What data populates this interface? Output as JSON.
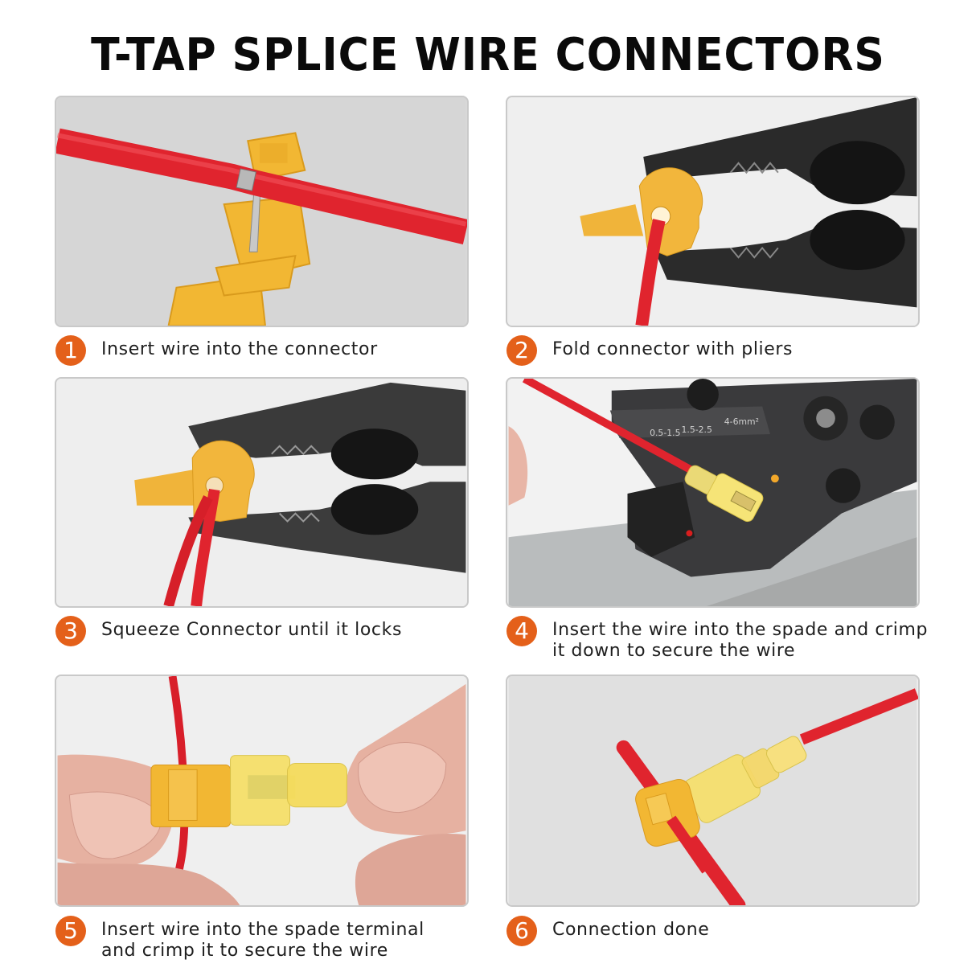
{
  "title": "T-TAP SPLICE WIRE CONNECTORS",
  "colors": {
    "badge": "#e4601a",
    "wire_red": "#e0242e",
    "connector_yellow": "#f2b733",
    "panel_border": "#c9c9c9",
    "text": "#1e1e1e"
  },
  "steps": [
    {
      "number": "1",
      "text": "Insert wire into the connector",
      "image": "red wire seated in open yellow T-tap connector with metal blade"
    },
    {
      "number": "2",
      "text": "Fold connector with pliers",
      "image": "black pliers folding yellow T-tap connector over red wire"
    },
    {
      "number": "3",
      "text": "Squeeze Connector until it locks",
      "image": "pliers squeezing yellow T-tap connector with two red wires"
    },
    {
      "number": "4",
      "text": "Insert the wire into the spade and crimp\nit down to secure the wire",
      "image": "ratcheting crimper crimping yellow spade terminal on red wire"
    },
    {
      "number": "5",
      "text": "Insert wire into the spade terminal\nand crimp it to secure the wire",
      "image": "fingers pushing spade terminal into T-tap connector"
    },
    {
      "number": "6",
      "text": "Connection done",
      "image": "finished T-tap connection with red wires"
    }
  ],
  "crimper_labels": [
    "0.5-1.5",
    "1.5-2.5",
    "4-6mm²"
  ]
}
